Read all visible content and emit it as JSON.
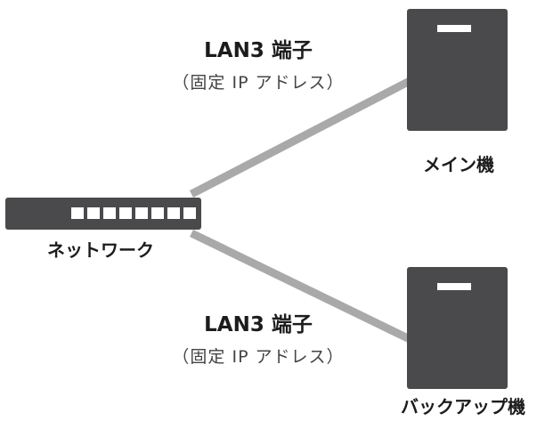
{
  "connections": [
    {
      "title": "LAN3 端子",
      "subtitle": "（固定 IP アドレス）"
    },
    {
      "title": "LAN3 端子",
      "subtitle": "（固定 IP アドレス）"
    }
  ],
  "nodes": {
    "switch": {
      "label": "ネットワーク",
      "port_count": 8
    },
    "main": {
      "label": "メイン機"
    },
    "backup": {
      "label": "バックアップ機"
    }
  },
  "colors": {
    "device": "#4a4a4c",
    "link": "#a9a9a9",
    "port": "#ffffff",
    "text": "#1c1c1c"
  }
}
